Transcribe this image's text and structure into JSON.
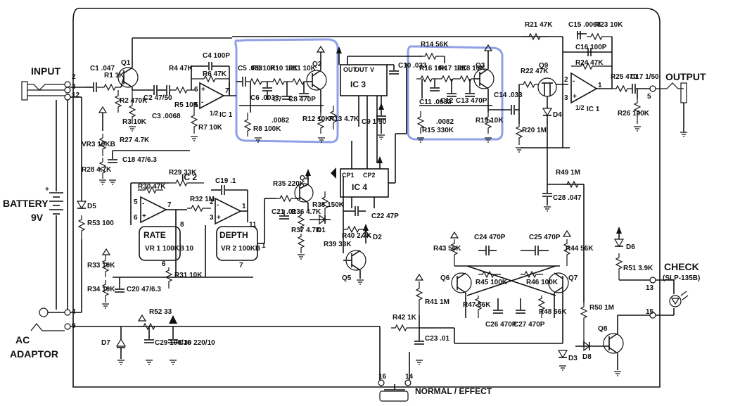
{
  "labels": {
    "input": "INPUT",
    "output": "OUTPUT",
    "battery_line1": "BATTERY",
    "battery_line2": "9V",
    "ac_line1": "AC",
    "ac_line2": "ADAPTOR",
    "check": "CHECK",
    "check_part": "(SLP-135B)",
    "normal_effect": "NORMAL / EFFECT",
    "rate": "RATE",
    "depth": "DEPTH"
  },
  "pins": [
    "1",
    "2",
    "3",
    "4",
    "5",
    "6",
    "7",
    "8",
    "9",
    "10",
    "11",
    "12",
    "13",
    "14",
    "15",
    "16"
  ],
  "ics": [
    {
      "name": "1/2 IC 1",
      "fraction": "1/2",
      "ref": "IC 1"
    },
    {
      "name": "1/2 IC 1",
      "fraction": "1/2",
      "ref": "IC 1"
    },
    {
      "name": "IC 2"
    },
    {
      "name": "IC 3"
    },
    {
      "name": "IC 4"
    }
  ],
  "parts": {
    "c1": "C1 .047",
    "r1": "R1 1K",
    "q1": "Q1",
    "r2": "R2 470K",
    "r3": "R3 10K",
    "c2": "C2 47/50",
    "c3": "C3 .0068",
    "r4": "R4 47K",
    "r5": "R5 10K",
    "c4": "C4 100P",
    "r6": "R6 47K",
    "r7": "R7 10K",
    "c5": "C5 .033",
    "r9": "R9 10K",
    "r10": "R10 10K",
    "r11": "R11 10K",
    "q2": "Q2",
    "c6": "C6 .0033",
    "c7": "C7",
    "c8": "C8 470P",
    "c7val": ".0082",
    "r8": "R8 100K",
    "r12": "R12 10K",
    "r13": "R13 4.7K",
    "c9": "C9 1/50",
    "c10": "C10 .033",
    "r14": "R14 56K",
    "r16": "R16 10K",
    "r17": "R17 10K",
    "r18": "R18 10K",
    "q3": "Q3",
    "c11": "C11 .0033",
    "c12": "C12",
    "c13": "C13 470P",
    "c12val": ".0082",
    "r15": "R15 330K",
    "r19": "R19 10K",
    "c14": "C14 .033",
    "r21": "R21 47K",
    "c15": "C15 .0068",
    "r23": "R23 10K",
    "c16": "C16 100P",
    "r24": "R24 47K",
    "r22": "R22 47K",
    "q9": "Q9",
    "d4": "D4",
    "r20": "R20 1M",
    "r25": "R25 470",
    "c17": "C17 1/50",
    "r26": "R26 100K",
    "vr3": "VR3 10KB",
    "r27": "R27 4.7K",
    "r28": "R28 4.7K",
    "c18": "C18 47/6.3",
    "r29": "R29 33K",
    "r30": "R30 47K",
    "r32": "R32 1M",
    "c19": "C19 .1",
    "vr1": "VR 1 100KB",
    "vr2": "VR 2 100KB",
    "r31": "R31 10K",
    "r35": "R35 220K",
    "q4": "Q4",
    "r38": "R38 150K",
    "c21": "C21 .01",
    "r36": "R36 4.7K",
    "r37": "R37 4.7K",
    "d1": "D1",
    "c22": "C22 47P",
    "r39": "R39 33K",
    "r40": "R40 2.7K",
    "d2": "D2",
    "q5": "Q5",
    "d5": "D5",
    "r53": "R53 100",
    "r33": "R33 10K",
    "r34": "R34 10K",
    "c20": "C20 47/6.3",
    "r49": "R49 1M",
    "c28": "C28 .047",
    "r43": "R43 56K",
    "c24": "C24 470P",
    "c25": "C25 470P",
    "r44": "R44 56K",
    "q6": "Q6",
    "r45": "R45 100K",
    "r46": "R46 100K",
    "q7": "Q7",
    "r47": "R47 56K",
    "r48": "R48 56K",
    "c26": "C26 470P",
    "c27": "C27 470P",
    "r41": "R41 1M",
    "r42": "R42 1K",
    "c23": "C23 .01",
    "d3": "D3",
    "r50": "R50 1M",
    "d8": "D8",
    "q8": "Q8",
    "d6": "D6",
    "r51": "R51 3.9K",
    "d7": "D7",
    "r52": "R52 33",
    "c29": "C29 100/16",
    "c30": "C30 220/10",
    "cp1": "CP1",
    "cp2": "CP2"
  }
}
